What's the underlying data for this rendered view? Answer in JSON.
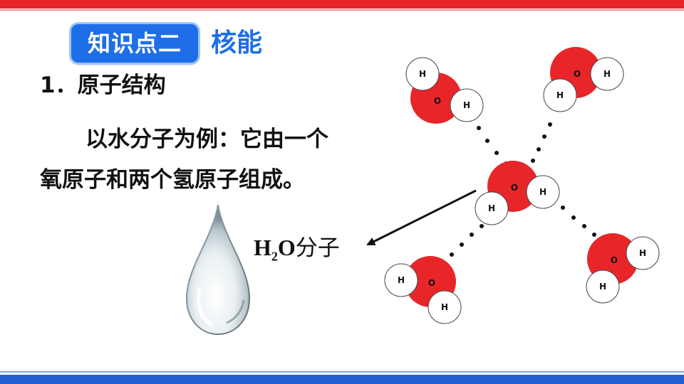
{
  "header": {
    "badge_label": "知识点二",
    "title": "核能"
  },
  "section": {
    "heading": "1．原子结构",
    "paragraph": "以水分子为例：它由一个氧原子和两个氢原子组成。"
  },
  "diagram": {
    "label_main": "H",
    "label_sub": "2",
    "label_rest": "O",
    "label_suffix": "分子",
    "oxygen_symbol": "O",
    "hydrogen_symbol": "H"
  },
  "colors": {
    "top_bar": "#e8262a",
    "bottom_bar": "#1f5fd0",
    "badge": "#1e6ee8",
    "title": "#1e6ee8",
    "oxygen": "#e8262a",
    "hydrogen": "#ffffff"
  }
}
